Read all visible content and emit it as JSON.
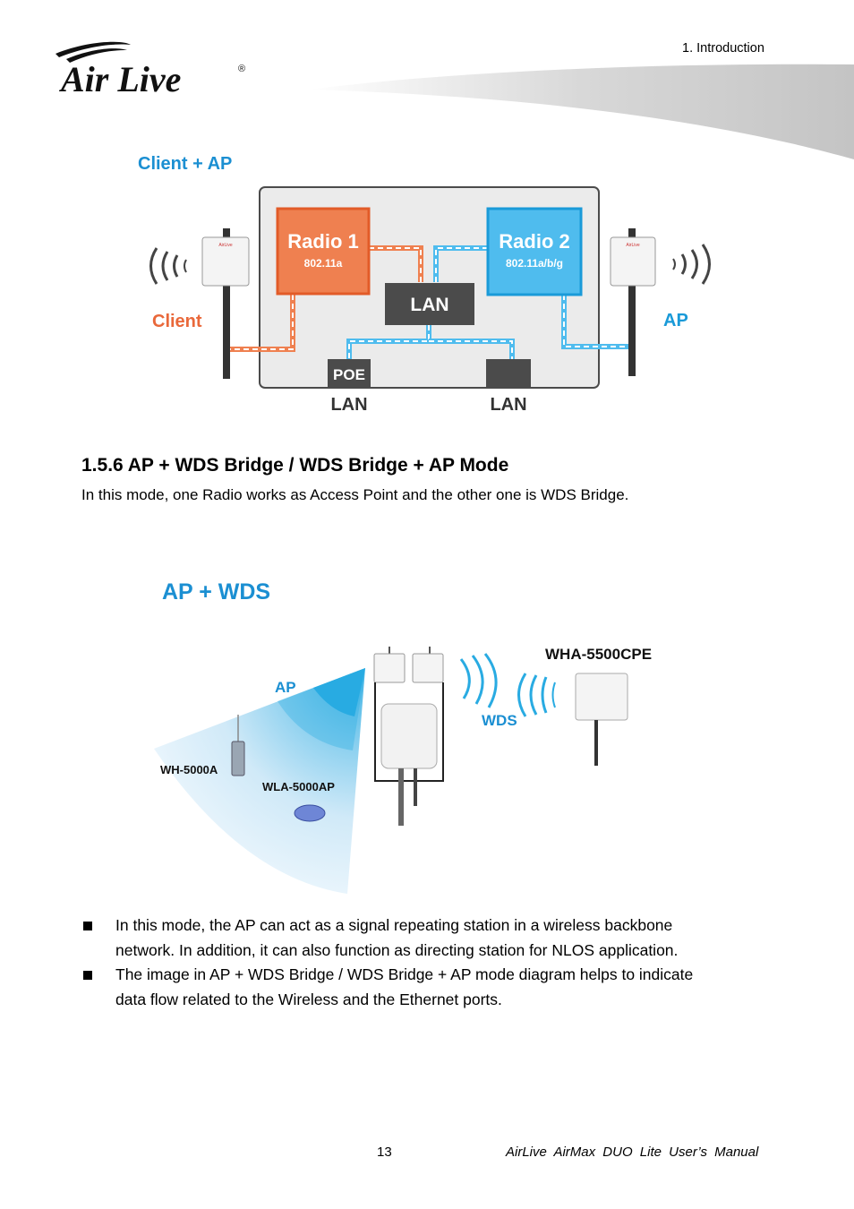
{
  "header": {
    "chapter_label": "1.  Introduction",
    "logo_text": "Air Live",
    "logo_mark": "®"
  },
  "figure_client_ap": {
    "title": "Client + AP",
    "radio1_label": "Radio 1",
    "radio1_standard": "802.11a",
    "radio2_label": "Radio 2",
    "radio2_standard": "802.11a/b/g",
    "lan_box_label": "LAN",
    "poe_label": "POE",
    "left_device_role": "Client",
    "right_device_role": "AP",
    "port1_label": "LAN",
    "port2_label": "LAN",
    "device_brand": "AirLive",
    "colors": {
      "title": "#1b8fd2",
      "radio1": "#ef8050",
      "radio2": "#4fbcee",
      "client": "#e9683a",
      "ap": "#1a9ad8",
      "lan_box": "#4b4b4b"
    }
  },
  "section": {
    "heading": "1.5.6 AP + WDS Bridge / WDS Bridge + AP Mode",
    "intro": "In this mode, one Radio works as Access Point and the other one is WDS Bridge."
  },
  "figure_ap_wds": {
    "title": "AP + WDS",
    "ap_label": "AP",
    "wds_label": "WDS",
    "cpe_model": "WHA-5500CPE",
    "ap_model_1": "WH-5000A",
    "ap_model_2": "WLA-5000AP",
    "colors": {
      "title": "#1b8fd2",
      "beam": "#29abe2"
    }
  },
  "bullets": [
    {
      "line1": "In this mode, the AP can act as a signal repeating station in a wireless backbone",
      "line2": "network. In addition, it can also function as directing station for NLOS application."
    },
    {
      "line1": "The image in AP + WDS Bridge / WDS Bridge + AP mode diagram helps to indicate",
      "line2": "data flow related to the Wireless and the Ethernet ports."
    }
  ],
  "footer": {
    "page_number": "13",
    "manual_title": "AirLive  AirMax  DUO  Lite  User’s  Manual"
  }
}
